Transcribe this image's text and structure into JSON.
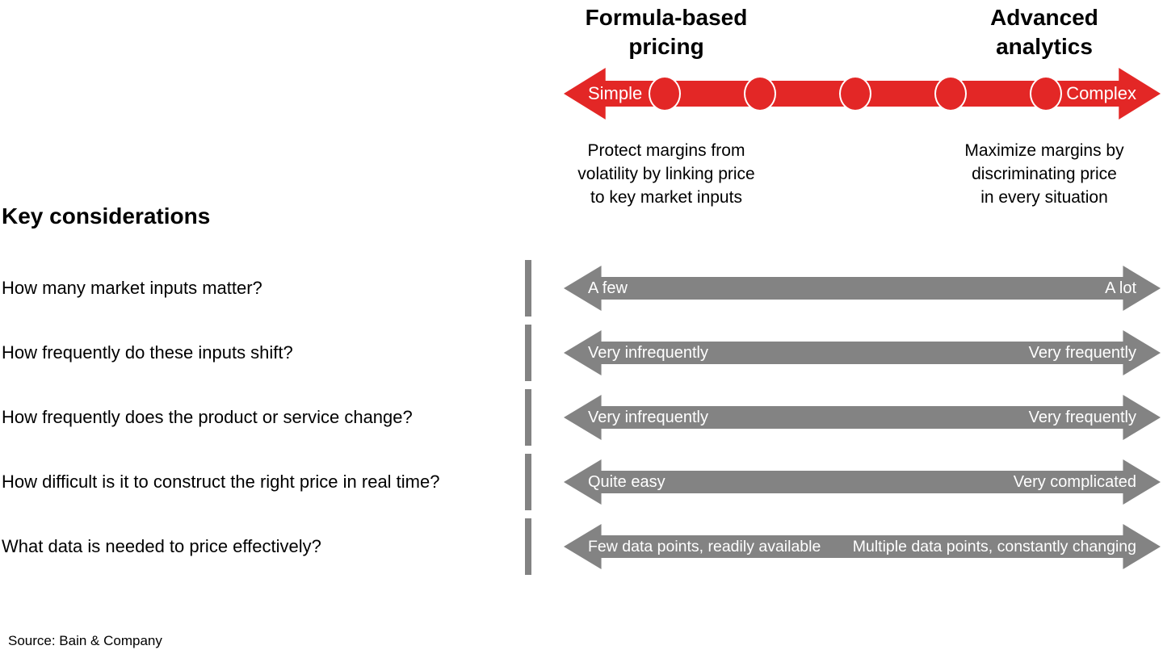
{
  "colors": {
    "red": "#e32726",
    "gray": "#838383"
  },
  "top": {
    "left_title_lines": [
      "Formula-based",
      "pricing"
    ],
    "right_title_lines": [
      "Advanced",
      "analytics"
    ],
    "spectrum": {
      "left_label": "Simple",
      "right_label": "Complex"
    },
    "left_description_lines": [
      "Protect margins from",
      "volatility by linking price",
      "to key market inputs"
    ],
    "right_description_lines": [
      "Maximize margins by",
      "discriminating price",
      "in every situation"
    ]
  },
  "section_title": "Key considerations",
  "rows": [
    {
      "question": "How many market inputs matter?",
      "left_label": "A few",
      "right_label": "A lot"
    },
    {
      "question": "How frequently do these inputs shift?",
      "left_label": "Very infrequently",
      "right_label": "Very frequently"
    },
    {
      "question": "How frequently does the product or service change?",
      "left_label": "Very infrequently",
      "right_label": "Very frequently"
    },
    {
      "question": "How difficult is it to construct the right price in real time?",
      "left_label": "Quite easy",
      "right_label": "Very complicated"
    },
    {
      "question": "What data is needed to price effectively?",
      "left_label": "Few data points, readily available",
      "right_label": "Multiple data points, constantly changing"
    }
  ],
  "source": "Source: Bain & Company"
}
